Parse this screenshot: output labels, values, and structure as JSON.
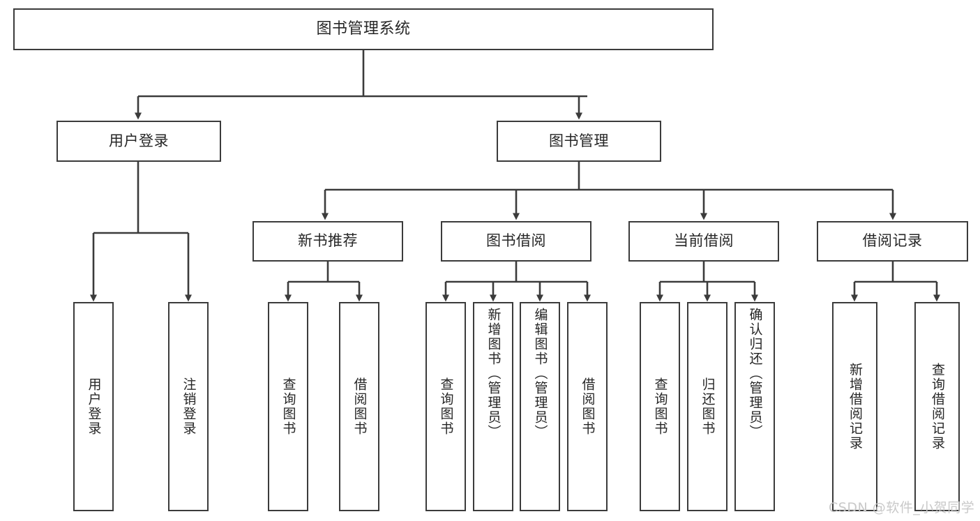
{
  "diagram": {
    "title": "图书管理系统",
    "type": "tree-hierarchy",
    "root": {
      "label": "图书管理系统"
    },
    "level1": [
      {
        "label": "用户登录"
      },
      {
        "label": "图书管理"
      }
    ],
    "level2": [
      {
        "label": "新书推荐"
      },
      {
        "label": "图书借阅"
      },
      {
        "label": "当前借阅"
      },
      {
        "label": "借阅记录"
      }
    ],
    "leaves": {
      "user_login": [
        {
          "label": "用户登录"
        },
        {
          "label": "注销登录"
        }
      ],
      "new_book_recommend": [
        {
          "label": "查询图书"
        },
        {
          "label": "借阅图书"
        }
      ],
      "book_borrow": [
        {
          "label": "查询图书"
        },
        {
          "label": "新增图书（管理员）"
        },
        {
          "label": "编辑图书（管理员）"
        },
        {
          "label": "借阅图书"
        }
      ],
      "current_borrow": [
        {
          "label": "查询图书"
        },
        {
          "label": "归还图书"
        },
        {
          "label": "确认归还（管理员）"
        }
      ],
      "borrow_record": [
        {
          "label": "新增借阅记录"
        },
        {
          "label": "查询借阅记录"
        }
      ]
    }
  },
  "watermark": {
    "text": "CSDN @软件_小贺同学"
  },
  "colors": {
    "border": "#3b3b3b",
    "text": "#262626",
    "background": "#ffffff",
    "watermark": "#c9c9c9"
  }
}
